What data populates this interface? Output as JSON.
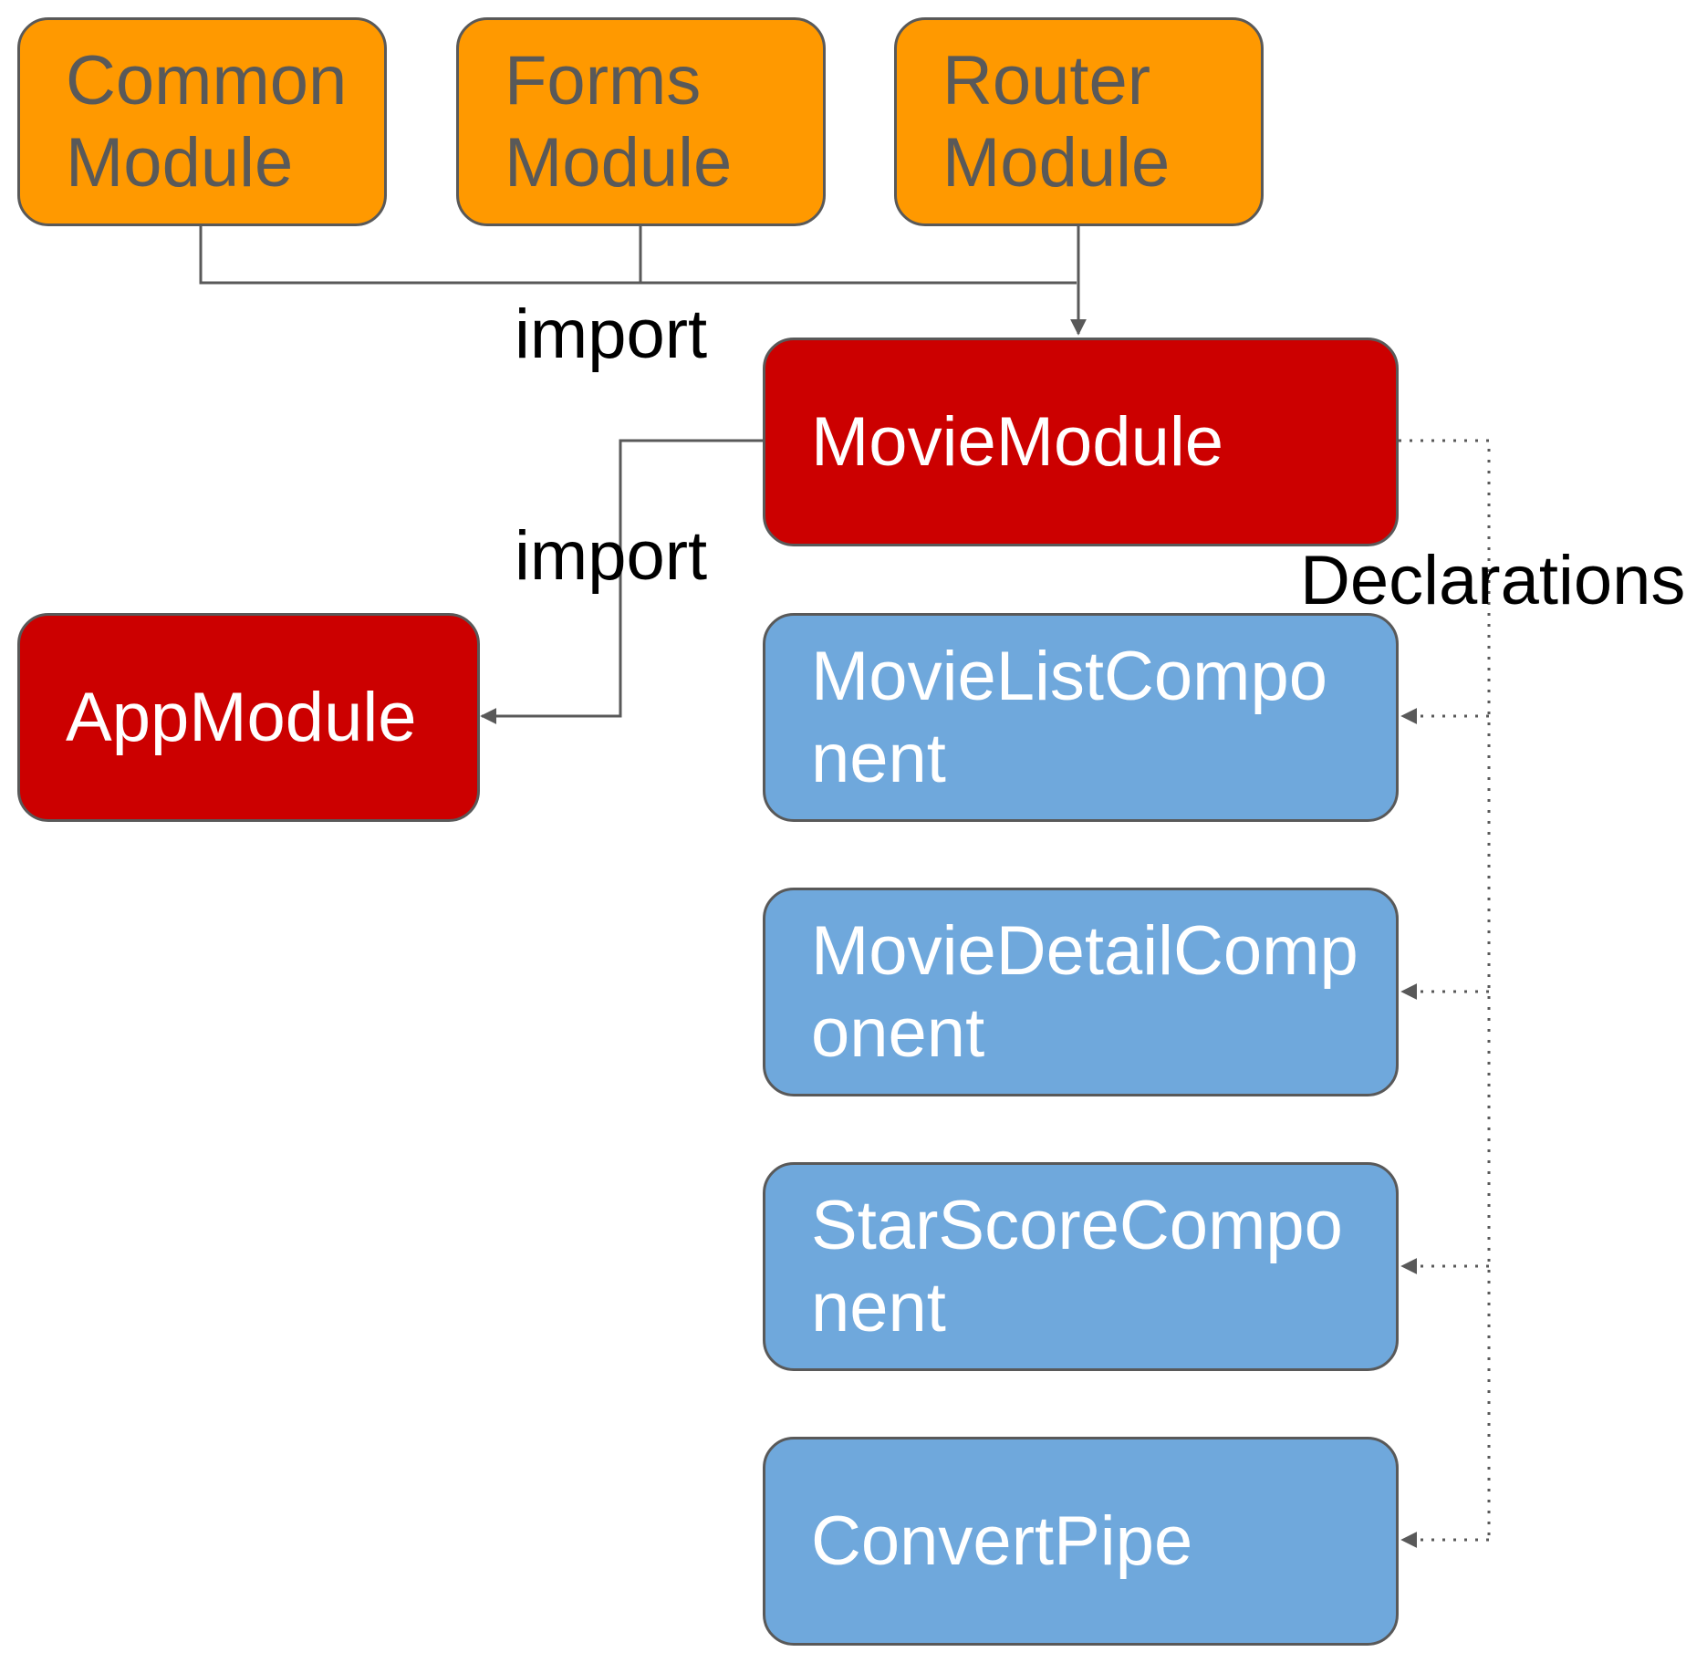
{
  "colors": {
    "external_module": "#ff9900",
    "angular_module": "#cc0000",
    "declaration": "#6fa8dc",
    "connector": "#595959"
  },
  "nodes": {
    "common_module": {
      "line1": "Common",
      "line2": "Module"
    },
    "forms_module": {
      "line1": "Forms",
      "line2": "Module"
    },
    "router_module": {
      "line1": "Router",
      "line2": "Module"
    },
    "movie_module": {
      "label": "MovieModule"
    },
    "app_module": {
      "label": "AppModule"
    },
    "movie_list_component": {
      "line1": "MovieListCompo",
      "line2": "nent"
    },
    "movie_detail_component": {
      "line1": "MovieDetailComp",
      "line2": "onent"
    },
    "star_score_component": {
      "line1": "StarScoreCompo",
      "line2": "nent"
    },
    "convert_pipe": {
      "label": "ConvertPipe"
    }
  },
  "labels": {
    "import_top": "import",
    "import_left": "import",
    "declarations": "Declarations"
  }
}
